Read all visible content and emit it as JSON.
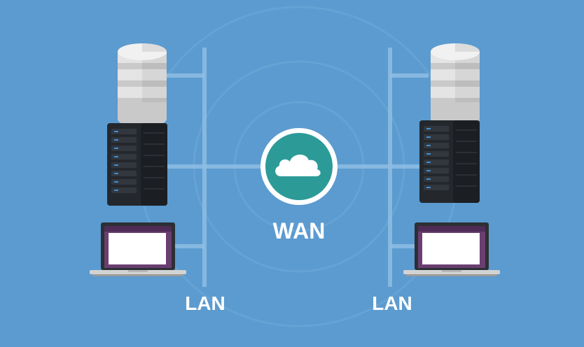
{
  "labels": {
    "wan": "WAN",
    "lan_left": "LAN",
    "lan_right": "LAN"
  },
  "icons": {
    "center": "cloud-icon",
    "devices": [
      "database-icon",
      "server-rack-icon",
      "laptop-icon"
    ]
  },
  "colors": {
    "background": "#5b9bd0",
    "line": "#8fbde3",
    "cloud_circle": "#2c9b97",
    "server": "#24282d",
    "server_led": "#3e8fd6",
    "database_light": "#e4e4e4",
    "database_dark": "#c9c9c9",
    "laptop_frame": "#2c2f33",
    "laptop_screen": "#6a3e70",
    "laptop_window": "#ffffff",
    "laptop_base": "#d3d3d3"
  }
}
